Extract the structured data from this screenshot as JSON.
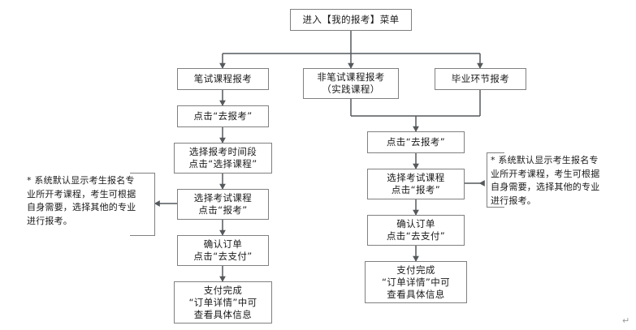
{
  "diagram": {
    "title_box": {
      "id": "entry",
      "text": "进入【我的报考】菜单"
    },
    "branches": [
      {
        "id": "branch-written",
        "text": "笔试课程报考"
      },
      {
        "id": "branch-nonwritten",
        "text": "非笔试课程报考\n（实践课程）"
      },
      {
        "id": "branch-graduation",
        "text": "毕业环节报考"
      }
    ],
    "left_flow": [
      {
        "id": "left-step-1",
        "text": "点击“去报考”"
      },
      {
        "id": "left-step-2",
        "text": "选择报考时间段\n点击“选择课程”"
      },
      {
        "id": "left-step-3",
        "text": "选择考试课程\n点击“报考”"
      },
      {
        "id": "left-step-4",
        "text": "确认订单\n点击“去支付”"
      },
      {
        "id": "left-step-5",
        "text": "支付完成\n“订单详情”中可\n查看具体信息"
      }
    ],
    "right_flow": [
      {
        "id": "right-step-1",
        "text": "点击“去报考”"
      },
      {
        "id": "right-step-2",
        "text": "选择考试课程\n点击“报考”"
      },
      {
        "id": "right-step-3",
        "text": "确认订单\n点击“去支付”"
      },
      {
        "id": "right-step-4",
        "text": "支付完成\n“订单详情”中可\n查看具体信息"
      }
    ],
    "notes": [
      {
        "id": "note-left",
        "text": "* 系统默认显示考生报名专\n业所开考课程，考生可根据\n自身需要，选择其他的专业\n进行报考。"
      },
      {
        "id": "note-right",
        "text": "* 系统默认显示考生报名专\n业所开考课程，考生可根据\n自身需要，选择其他的专业\n进行报考。"
      }
    ],
    "footer_mark": "↵",
    "colors": {
      "border": "#808080",
      "text": "#1a1a1a",
      "background": "#ffffff",
      "connector": "#55595c",
      "footer_mark": "#9a9a9a"
    }
  }
}
